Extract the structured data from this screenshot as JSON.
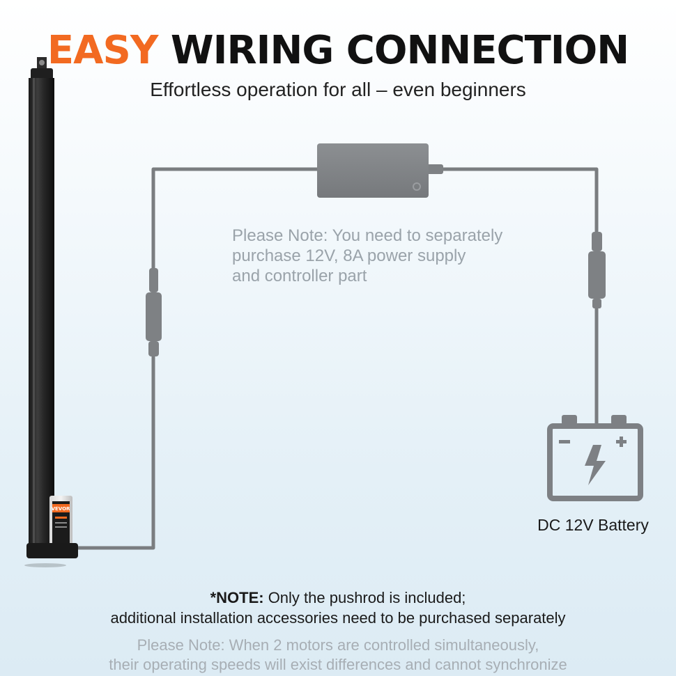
{
  "header": {
    "title_accent": "EASY",
    "title_rest": "WIRING CONNECTION",
    "subtitle": "Effortless operation for all – even beginners"
  },
  "diagram": {
    "supply_note_lines": [
      "Please Note: You need to separately",
      "purchase 12V, 8A power supply",
      "and controller part"
    ],
    "battery_label": "DC 12V Battery",
    "actuator_brand": "VEVOR",
    "colors": {
      "accent": "#f26a21",
      "wire": "#7a7d80",
      "component": "#808386",
      "battery_outline": "#7d8084"
    }
  },
  "notes": {
    "main_prefix": "*NOTE:",
    "main_line1": "Only the pushrod is included;",
    "main_line2": "additional installation accessories need to be purchased separately",
    "sub_line1": "Please Note: When 2 motors are controlled simultaneously,",
    "sub_line2": "their operating speeds will exist differences and cannot synchronize"
  }
}
